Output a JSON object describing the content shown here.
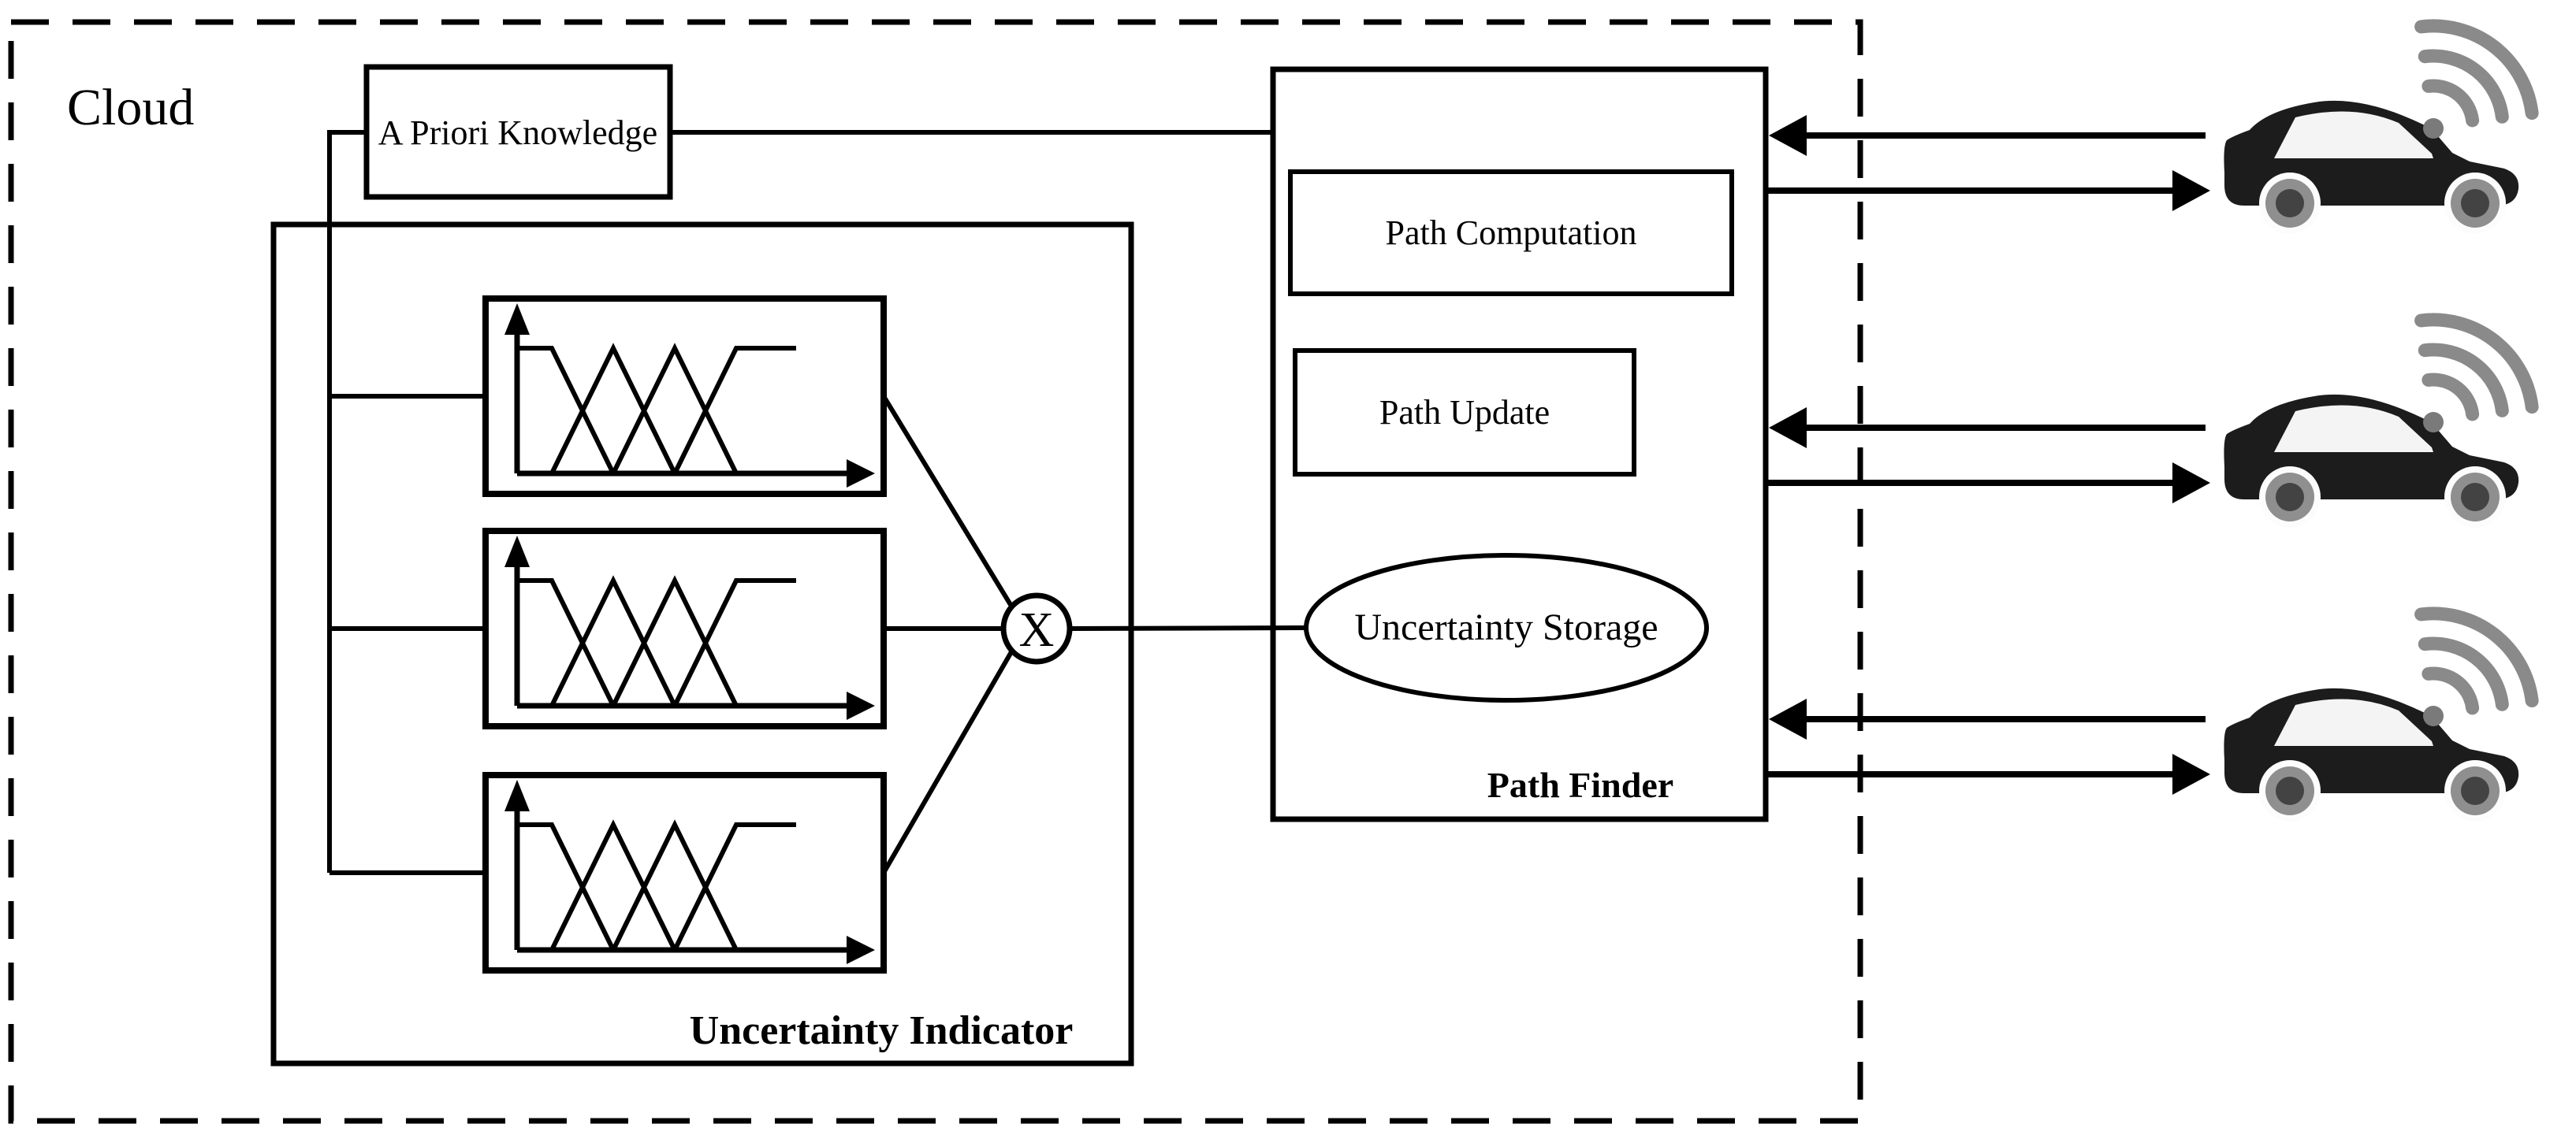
{
  "cloud": {
    "label": "Cloud"
  },
  "a_priori_knowledge": {
    "label": "A Priori Knowledge"
  },
  "uncertainty_indicator": {
    "label": "Uncertainty Indicator",
    "multiplier_symbol": "X",
    "fuzzy_plot_count": 3
  },
  "path_finder": {
    "label": "Path Finder",
    "modules": {
      "path_computation": "Path Computation",
      "path_update": "Path Update",
      "uncertainty_storage": "Uncertainty Storage"
    }
  },
  "vehicles": {
    "count": 3
  },
  "colors": {
    "line": "#000000",
    "background": "#ffffff",
    "car_body": "#1c1c1c",
    "car_window": "#f4f4f4",
    "wifi": "#8a8a8a",
    "wheel_ring": "#8f8f8f",
    "wheel_hub": "#434343"
  }
}
